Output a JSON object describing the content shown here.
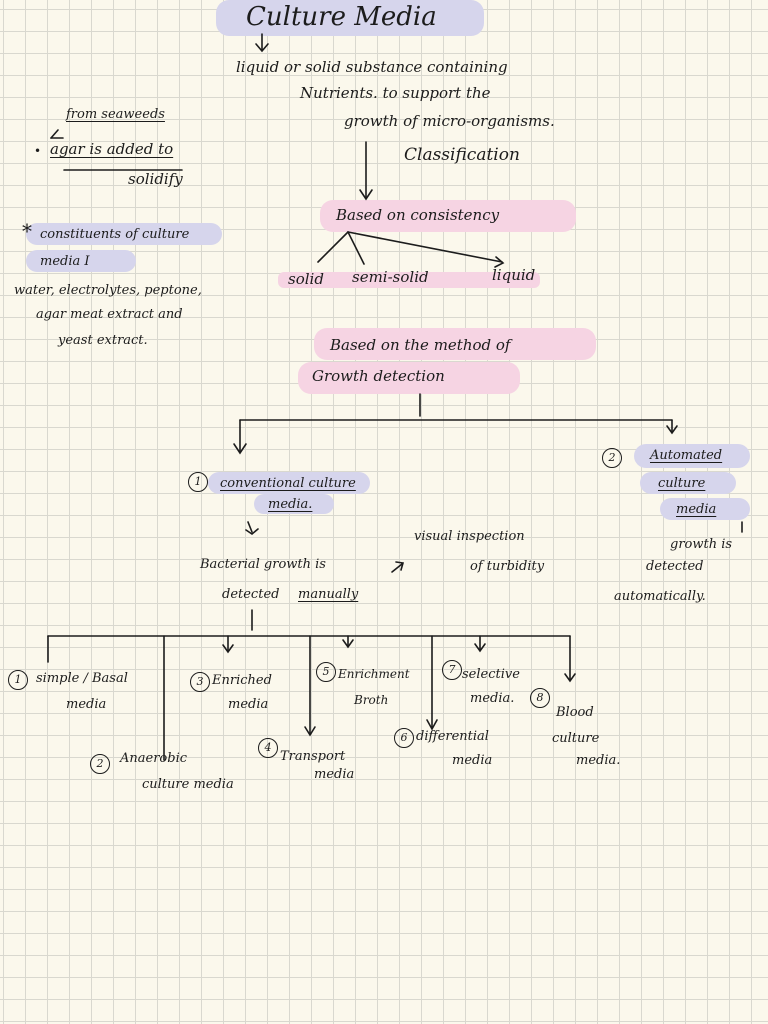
{
  "title": "Culture Media",
  "definition": {
    "line1": "liquid or solid substance containing",
    "line2": "Nutrients.     to support the",
    "line3": "growth of micro-organisms."
  },
  "classification_label": "Classification",
  "side_note": {
    "seaweed": "from seaweeds",
    "agar_line1": "agar is added to",
    "agar_line2": "solidify"
  },
  "constituents": {
    "star": "*",
    "heading_line1": "constituents of culture",
    "heading_line2": "media I",
    "line1": "water, electrolytes, peptone,",
    "line2": "agar meat extract and",
    "line3": "yeast extract."
  },
  "consistency": {
    "heading": "Based on consistency",
    "solid": "solid",
    "semi_solid": "semi-solid",
    "liquid": "liquid"
  },
  "method": {
    "line1": "Based on the method of",
    "line2": "Growth detection"
  },
  "conventional": {
    "number": "1",
    "line1": "conventional culture",
    "line2": "media.",
    "detect_line1": "Bacterial growth is",
    "detect_line2": "detected",
    "detect_word": "manually",
    "visual_line1": "visual inspection",
    "visual_line2": "of turbidity"
  },
  "automated": {
    "number": "2",
    "line1": "Automated",
    "line2": "culture",
    "line3": "media",
    "growth_line1": "growth is",
    "growth_line2": "detected",
    "growth_line3": "automatically."
  },
  "media_types": [
    {
      "number": "1",
      "line1": "simple / Basal",
      "line2": "media"
    },
    {
      "number": "2",
      "line1": "Anaerobic",
      "line2": "culture media"
    },
    {
      "number": "3",
      "line1": "Enriched",
      "line2": "media"
    },
    {
      "number": "4",
      "line1": "Transport",
      "line2": "media"
    },
    {
      "number": "5",
      "line1": "Enrichment",
      "line2": "Broth"
    },
    {
      "number": "6",
      "line1": "differential",
      "line2": "media"
    },
    {
      "number": "7",
      "line1": "selective",
      "line2": "media."
    },
    {
      "number": "8",
      "line1": "Blood",
      "line2": "culture",
      "line3": "media."
    }
  ],
  "colors": {
    "highlight_blue": "#d6d5ec",
    "highlight_pink": "#f6d4e3",
    "ink": "#1c1c1c",
    "paper": "#fbf8ec",
    "grid": "#d9d8cf"
  }
}
